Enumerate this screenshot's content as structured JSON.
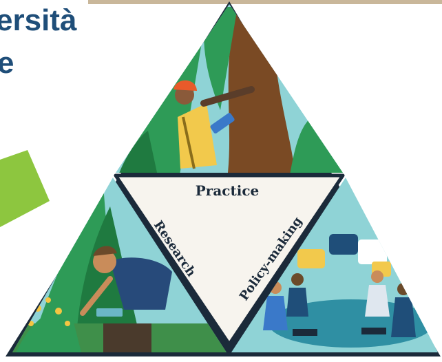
{
  "heading": {
    "line1": "ersità",
    "line2": "e"
  },
  "triangle": {
    "labels": {
      "top": "Practice",
      "left": "Research",
      "right": "Policy-making"
    }
  },
  "colors": {
    "heading": "#1f4e79",
    "arrow": "#8dc63f",
    "triangle_border": "#1b2a3a",
    "center_fill": "#f7f4ee"
  },
  "icons": [
    "forester-figure",
    "researcher-figure",
    "meeting-group",
    "chat-bubble"
  ]
}
